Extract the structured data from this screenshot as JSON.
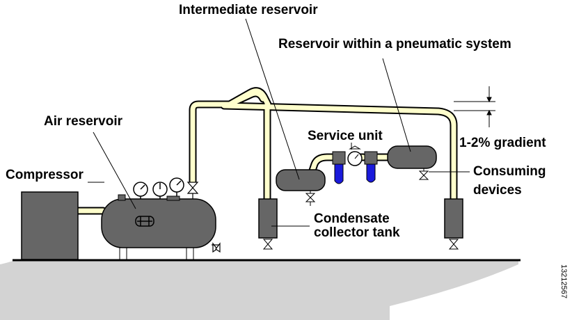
{
  "labels": {
    "intermediate_reservoir": "Intermediate reservoir",
    "reservoir_pneumatic": "Reservoir within a pneumatic system",
    "air_reservoir": "Air reservoir",
    "compressor": "Compressor",
    "service_unit": "Service unit",
    "gradient": "1-2% gradient",
    "consuming_line1": "Consuming",
    "consuming_line2": "devices",
    "condensate_line1": "Condensate",
    "condensate_line2": "collector tank",
    "figure_id": "13212567"
  },
  "colors": {
    "pipe_fill": "#ffffcc",
    "tank_fill": "#666666",
    "filter_bowl": "#1a1adb",
    "ground_fill": "#d3d3d3",
    "outline": "#000000"
  }
}
